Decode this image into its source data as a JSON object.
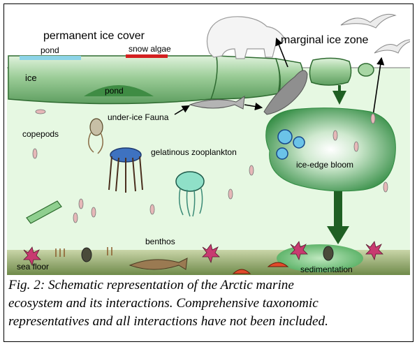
{
  "diagram": {
    "labels": {
      "permanent_ice_cover": "permanent ice cover",
      "pond_top": "pond",
      "snow_algae": "snow algae",
      "ice": "ice",
      "pond_under": "pond",
      "marginal_ice_zone": "marginal ice zone",
      "under_ice_fauna": "under-ice Fauna",
      "copepods": "copepods",
      "gelatinous_zooplankton": "gelatinous zooplankton",
      "ice_edge_bloom": "ice-edge bloom",
      "benthos": "benthos",
      "sea_floor": "sea floor",
      "sedimentation": "sedimentation"
    },
    "colors": {
      "water": "#e6f8e2",
      "ice": "#7ab77a",
      "ice_light": "#d2ecd0",
      "pond": "#8cd4e8",
      "snow_algae": "#d42020",
      "seafloor": "#97aa6e",
      "bloom": "#3f9a52",
      "arrow": "#1f5f23"
    }
  },
  "caption": {
    "line1": "Fig. 2: Schematic representation of the Arctic marine",
    "line2": "ecosystem and its interactions.  Comprehensive taxonomic",
    "line3": "representatives and all interactions have not been included."
  }
}
